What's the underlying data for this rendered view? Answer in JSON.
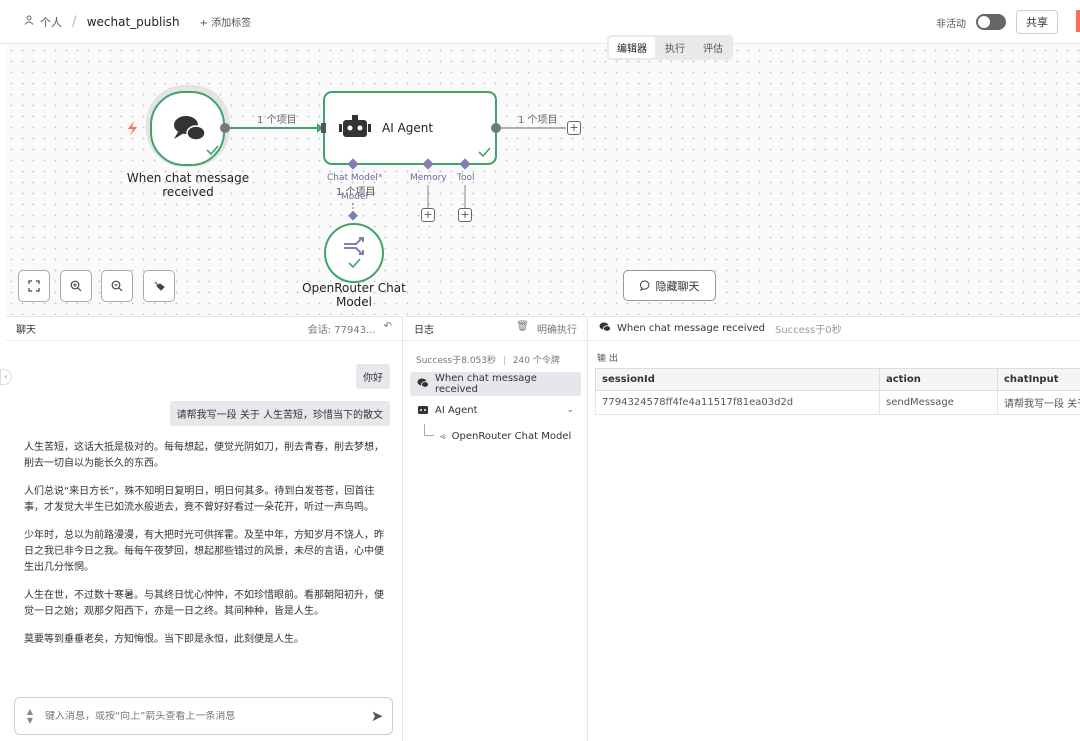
{
  "header": {
    "crumb_personal": "个人",
    "crumb_sep": "/",
    "workflow_name": "wechat_publish",
    "add_tag": "+ 添加标签",
    "inactive_label": "非活动",
    "share_label": "共享"
  },
  "modes": [
    "编辑器",
    "执行",
    "评估"
  ],
  "canvas": {
    "trigger_label_1": "When chat message",
    "trigger_label_2": "received",
    "edge1_label": "1 个项目",
    "agent_title": "AI Agent",
    "edge2_label": "1 个项目",
    "port_chat_model": "Chat Model",
    "port_required": "*",
    "port_memory": "Memory",
    "port_tool": "Tool",
    "model_edge_label_1": "1 个项目",
    "model_edge_label_2": "Model",
    "model_label_1": "OpenRouter Chat",
    "model_label_2": "Model",
    "hide_chat": "隐藏聊天"
  },
  "chat": {
    "title": "聊天",
    "session_label": "会话: 77943...",
    "user_msg_1": "你好",
    "user_msg_2": "请帮我写一段 关于 人生苦短，珍惜当下的散文",
    "bot_paragraphs": [
      "人生苦短，这话大抵是极对的。每每想起，便觉光阴如刀，削去青春，削去梦想，削去一切自以为能长久的东西。",
      "人们总说“来日方长”，殊不知明日复明日，明日何其多。待到白发苍苍，回首往事，才发觉大半生已如流水般逝去，竟不曾好好看过一朵花开，听过一声鸟鸣。",
      "少年时，总以为前路漫漫，有大把时光可供挥霍。及至中年，方知岁月不饶人，昨日之我已非今日之我。每每午夜梦回，想起那些错过的风景，未尽的言语，心中便生出几分怅惘。",
      "人生在世，不过数十寒暑。与其终日忧心忡忡，不如珍惜眼前。看那朝阳初升，便觉一日之始；观那夕阳西下，亦是一日之终。其间种种，皆是人生。",
      "莫要等到垂垂老矣，方知悔恨。当下即是永恒，此刻便是人生。"
    ],
    "input_placeholder": "键入消息，或按“向上”箭头查看上一条消息"
  },
  "log": {
    "title": "日志",
    "clear_label": "明确执行",
    "meta_success": "Success于8.053秒",
    "meta_sep": "|",
    "meta_tokens": "240 个令牌",
    "items": [
      "When chat message received",
      "AI Agent",
      "OpenRouter Chat Model"
    ]
  },
  "output": {
    "node_name": "When chat message received",
    "status": "Success于0秒",
    "label": "输 出",
    "columns": [
      "sessionId",
      "action",
      "chatInput"
    ],
    "row": [
      "7794324578ff4fe4a11517f81ea03d2d",
      "sendMessage",
      "请帮我写一段 关于"
    ]
  },
  "colors": {
    "accent_green": "#3fa36b",
    "accent_orange": "#ff6d5a",
    "port_purple": "#7f7fb0"
  }
}
